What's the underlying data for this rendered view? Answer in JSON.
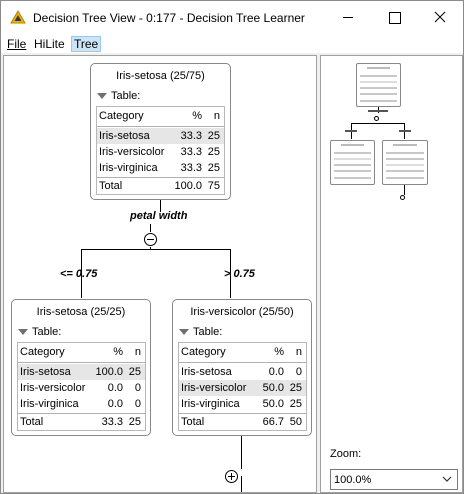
{
  "window": {
    "title": "Decision Tree View - 0:177 - Decision Tree Learner",
    "icon": "knime-triangle-icon"
  },
  "menu": {
    "file": "File",
    "hilite": "HiLite",
    "tree": "Tree"
  },
  "tree": {
    "root": {
      "title": "Iris-setosa (25/75)",
      "table_toggle": "Table:",
      "headers": {
        "category": "Category",
        "pct": "%",
        "n": "n"
      },
      "rows": [
        {
          "category": "Iris-setosa",
          "pct": "33.3",
          "n": "25"
        },
        {
          "category": "Iris-versicolor",
          "pct": "33.3",
          "n": "25"
        },
        {
          "category": "Iris-virginica",
          "pct": "33.3",
          "n": "25"
        }
      ],
      "total": {
        "label": "Total",
        "pct": "100.0",
        "n": "75"
      }
    },
    "split_attribute": "petal width",
    "left_condition": "<= 0.75",
    "right_condition": "> 0.75",
    "left": {
      "title": "Iris-setosa (25/25)",
      "table_toggle": "Table:",
      "headers": {
        "category": "Category",
        "pct": "%",
        "n": "n"
      },
      "rows": [
        {
          "category": "Iris-setosa",
          "pct": "100.0",
          "n": "25"
        },
        {
          "category": "Iris-versicolor",
          "pct": "0.0",
          "n": "0"
        },
        {
          "category": "Iris-virginica",
          "pct": "0.0",
          "n": "0"
        }
      ],
      "total": {
        "label": "Total",
        "pct": "33.3",
        "n": "25"
      }
    },
    "right": {
      "title": "Iris-versicolor (25/50)",
      "table_toggle": "Table:",
      "headers": {
        "category": "Category",
        "pct": "%",
        "n": "n"
      },
      "rows": [
        {
          "category": "Iris-setosa",
          "pct": "0.0",
          "n": "0"
        },
        {
          "category": "Iris-versicolor",
          "pct": "50.0",
          "n": "25"
        },
        {
          "category": "Iris-virginica",
          "pct": "50.0",
          "n": "25"
        }
      ],
      "total": {
        "label": "Total",
        "pct": "66.7",
        "n": "50"
      }
    }
  },
  "zoom": {
    "label": "Zoom:",
    "value": "100.0%"
  }
}
